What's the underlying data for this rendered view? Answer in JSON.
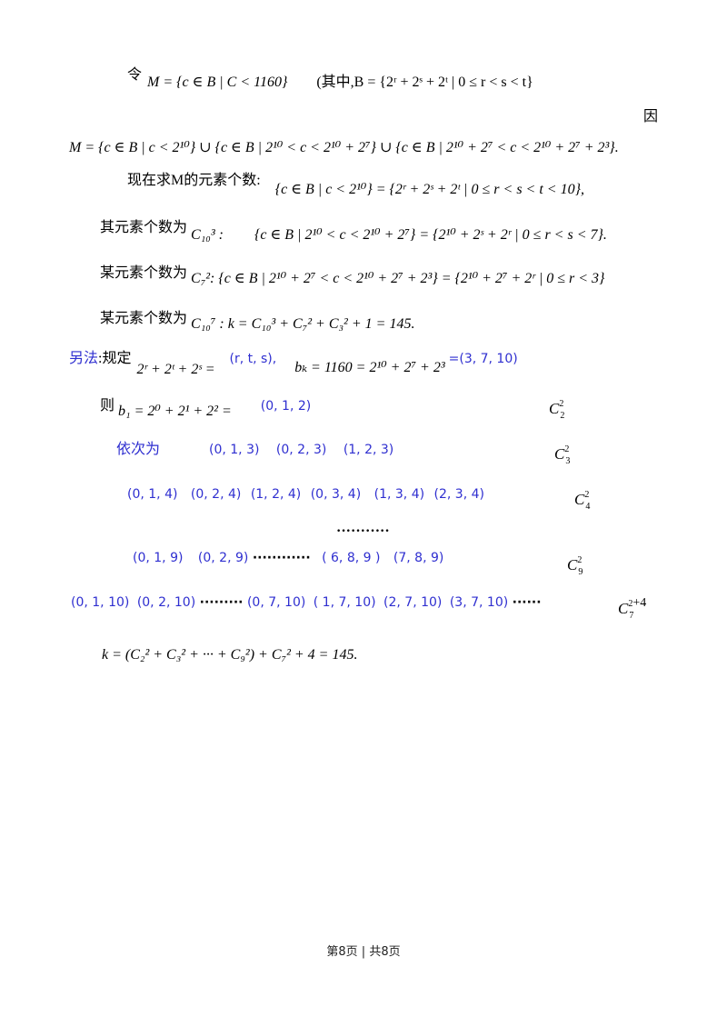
{
  "line1": {
    "prefix": "令",
    "formula": "M = {c ∈ B | C < 1160}",
    "aside": "(其中,B = {2ʳ + 2ˢ + 2ᵗ | 0 ≤ r < s < t}"
  },
  "because": "因",
  "line2": "M = {c ∈ B | c < 2¹⁰} ∪ {c ∈ B | 2¹⁰ < c < 2¹⁰ + 2⁷} ∪ {c ∈ B | 2¹⁰ + 2⁷ < c < 2¹⁰ + 2⁷ + 2³}.",
  "line3": {
    "text": "现在求M的元素个数:",
    "formula": "{c ∈ B | c < 2¹⁰} = {2ʳ  + 2ˢ + 2ᵗ | 0 ≤ r < s < t < 10},"
  },
  "line4": {
    "text": "其元素个数为",
    "count": "C₁₀³ :",
    "formula": "{c ∈ B | 2¹⁰ < c < 2¹⁰ + 2⁷} = {2¹⁰  + 2ˢ + 2ʳ | 0 ≤ r < s < 7}."
  },
  "line5": {
    "text": "某元素个数为",
    "formula": "C₇²: {c ∈ B | 2¹⁰ + 2⁷ < c < 2¹⁰ + 2⁷ + 2³} = {2¹⁰ + 2⁷ + 2ʳ | 0 ≤ r < 3}"
  },
  "line6": {
    "text": "某元素个数为",
    "formula": "C₁₀⁷ : k = C₁₀³ + C₇² + C₃² + 1 = 145."
  },
  "alt": {
    "label": "另法",
    "colon": ":",
    "rule": "规定",
    "formula1": "2ʳ + 2ᵗ + 2ˢ =",
    "triple1": "(r, t, s),",
    "formula2": "bₖ = 1160 = 2¹⁰ + 2⁷ + 2³",
    "eq": "=",
    "triple2": "(3, 7, 10)"
  },
  "then": {
    "label": "则",
    "formula": "b₁ = 2⁰ + 2¹ + 2² =",
    "triple": "(0, 1, 2)"
  },
  "sequence_label": "依次为",
  "rows": [
    {
      "items": [
        "(0, 1, 3)",
        "(0, 2, 3)",
        "(1, 2, 3)"
      ]
    },
    {
      "items": [
        "(0, 1, 4)",
        "(0, 2, 4)",
        "(1, 2, 4)",
        "(0, 3, 4)",
        "(1, 3, 4)",
        "(2, 3, 4)"
      ]
    },
    {
      "items": [
        "(0, 1, 9)",
        "(0, 2, 9)",
        "············",
        "( 6, 8, 9  )",
        "(7, 8, 9)"
      ]
    },
    {
      "items": [
        "(0, 1, 10)",
        "(0, 2, 10)",
        "·········",
        "(0, 7, 10)",
        "( 1, 7, 10)",
        "(2, 7, 10)",
        "(3, 7, 10)",
        "······"
      ]
    }
  ],
  "ellipsis": "···········",
  "combos": [
    {
      "letter": "C",
      "sub": "2",
      "sup": "2",
      "extra": ""
    },
    {
      "letter": "C",
      "sub": "3",
      "sup": "2",
      "extra": ""
    },
    {
      "letter": "C",
      "sub": "4",
      "sup": "2",
      "extra": ""
    },
    {
      "letter": "C",
      "sub": "9",
      "sup": "2",
      "extra": ""
    },
    {
      "letter": "C",
      "sub": "7",
      "sup": "2",
      "extra": "+4"
    }
  ],
  "final": "k = (C₂² + C₃² + ··· + C₉²) + C₇² + 4 = 145.",
  "footer": "第8页  | 共8页"
}
